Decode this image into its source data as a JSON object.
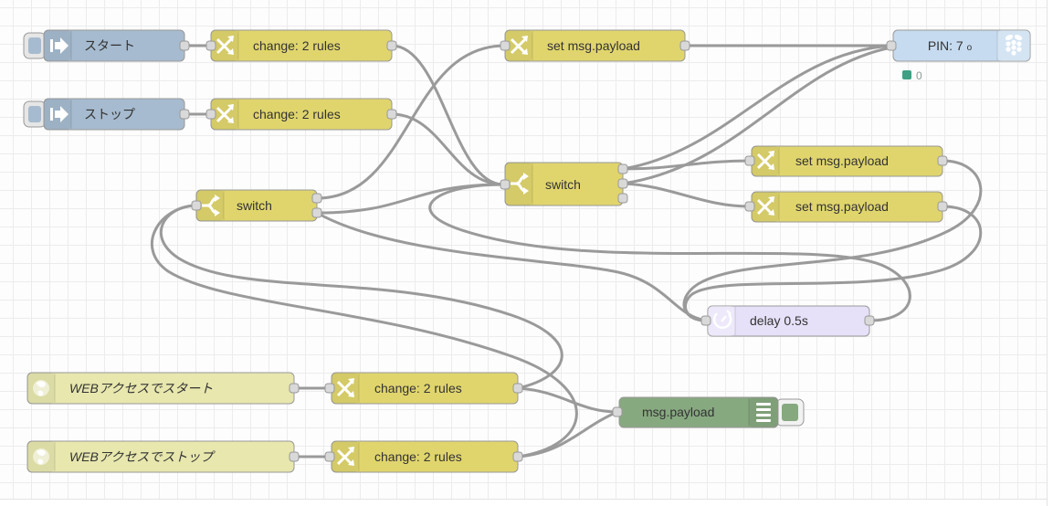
{
  "app": "node-red-flow-editor",
  "nodes": {
    "inject_start": {
      "type": "inject",
      "label": "スタート"
    },
    "inject_stop": {
      "type": "inject",
      "label": "ストップ"
    },
    "change_top_1": {
      "type": "change",
      "label": "change: 2 rules"
    },
    "change_top_2": {
      "type": "change",
      "label": "change: 2 rules"
    },
    "set_payload_top": {
      "type": "change",
      "label": "set msg.payload"
    },
    "rpi_gpio": {
      "type": "rpi-gpio-out",
      "label": "PIN: 7",
      "label_suffix": "o",
      "status": "0"
    },
    "switch_left": {
      "type": "switch",
      "label": "switch",
      "outputs": 2
    },
    "switch_center": {
      "type": "switch",
      "label": "switch",
      "outputs": 3
    },
    "set_payload_r1": {
      "type": "change",
      "label": "set msg.payload"
    },
    "set_payload_r2": {
      "type": "change",
      "label": "set msg.payload"
    },
    "delay": {
      "type": "delay",
      "label": "delay 0.5s"
    },
    "http_in_start": {
      "type": "http-in",
      "label": "WEBアクセスでスタート"
    },
    "http_in_stop": {
      "type": "http-in",
      "label": "WEBアクセスでストップ"
    },
    "change_bot_1": {
      "type": "change",
      "label": "change: 2 rules"
    },
    "change_bot_2": {
      "type": "change",
      "label": "change: 2 rules"
    },
    "debug": {
      "type": "debug",
      "label": "msg.payload"
    }
  },
  "wires": [
    {
      "from": "inject_start",
      "to": "change_top_1"
    },
    {
      "from": "inject_stop",
      "to": "change_top_2"
    },
    {
      "from": "change_top_1",
      "to": "switch_center"
    },
    {
      "from": "change_top_2",
      "to": "switch_center"
    },
    {
      "from": "switch_left",
      "fromPort": 1,
      "to": "set_payload_top"
    },
    {
      "from": "switch_left",
      "fromPort": 2,
      "to": "switch_center"
    },
    {
      "from": "switch_left",
      "fromPort": 2,
      "to": "delay"
    },
    {
      "from": "set_payload_top",
      "to": "rpi_gpio"
    },
    {
      "from": "switch_center",
      "fromPort": 1,
      "to": "set_payload_r1"
    },
    {
      "from": "switch_center",
      "fromPort": 1,
      "to": "rpi_gpio"
    },
    {
      "from": "switch_center",
      "fromPort": 2,
      "to": "set_payload_r2"
    },
    {
      "from": "switch_center",
      "fromPort": 2,
      "to": "rpi_gpio"
    },
    {
      "from": "set_payload_r1",
      "to": "delay"
    },
    {
      "from": "set_payload_r2",
      "to": "delay"
    },
    {
      "from": "delay",
      "to": "switch_center"
    },
    {
      "from": "http_in_start",
      "to": "change_bot_1"
    },
    {
      "from": "http_in_stop",
      "to": "change_bot_2"
    },
    {
      "from": "change_bot_1",
      "to": "debug"
    },
    {
      "from": "change_bot_2",
      "to": "debug"
    },
    {
      "from": "change_bot_1",
      "to": "switch_left"
    },
    {
      "from": "change_bot_2",
      "to": "switch_left"
    }
  ],
  "colors": {
    "inject": "#a6bbcf",
    "change": "#e0d56d",
    "switch": "#e0d56d",
    "http_in": "#e7e7ae",
    "rpi_gpio": "#c6dbef",
    "delay": "#e6e0f8",
    "debug": "#87a980",
    "wire": "#9a9a9a",
    "status_green": "#3da183"
  }
}
